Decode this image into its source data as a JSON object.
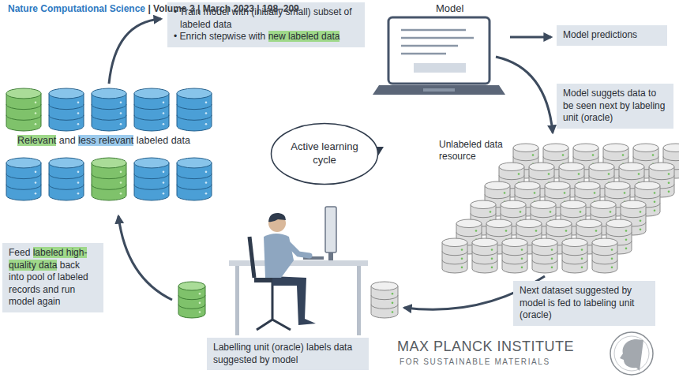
{
  "diagram": {
    "nodes": [
      {
        "text": [
          "• Train model with (initially small) subset of labeled data",
          "• Enrich stepwise with new labeled data"
        ]
      },
      {
        "text": [
          "Model predictions"
        ]
      },
      {
        "text": [
          "Model suggets data to be seen next by labeling unit (oracle)"
        ]
      },
      {
        "text": [
          "Active learning cycle"
        ]
      },
      {
        "text": [
          "Feed labeled high-quality data back into pool of labeled records and run model again"
        ]
      },
      {
        "text": [
          "Next dataset suggested by model is fed to labeling unit (oracle)"
        ]
      },
      {
        "text": [
          "Labelling unit (oracle) labels data suggested by model"
        ]
      }
    ],
    "labels": [
      "Nature Computational Science | Volume 3 | March 2023 | 198–209",
      "Model",
      "Relevant and less relevant labeled data",
      "Unlabeled data resource",
      "MAX PLANCK INSTITUTE",
      "FOR SUSTAINABLE MATERIALS"
    ]
  }
}
